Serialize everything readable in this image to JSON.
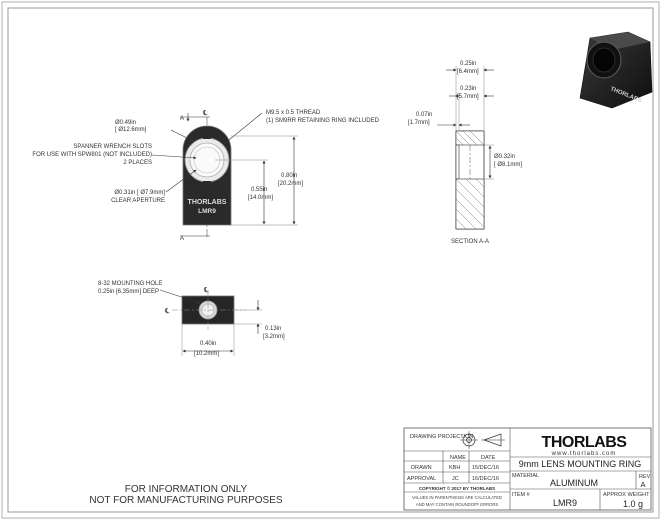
{
  "front_view": {
    "label_a_top": "A",
    "label_a_bottom": "A",
    "centerline": "℄",
    "dim_od": "Ø0.49in",
    "dim_od_mm": "[ Ø12.6mm]",
    "thread_callout_1": "M9.5 x 0.5  THREAD",
    "thread_callout_2": "(1) SM9RR RETAINING RING INCLUDED",
    "spanner_1": "SPANNER WRENCH SLOTS",
    "spanner_2": "FOR USE WITH SPW801 (NOT INCLUDED)",
    "spanner_3": "2 PLACES",
    "aperture_1": "Ø0.31in [ Ø7.9mm]",
    "aperture_2": "CLEAR APERTURE",
    "dim_height": "0.80in",
    "dim_height_mm": "[20.2mm]",
    "dim_center": "0.55in",
    "dim_center_mm": "[14.0mm]",
    "brand_mark": "THORLABS",
    "part_mark": "LMR9"
  },
  "section_view": {
    "dim_w1": "0.25in",
    "dim_w1_mm": "[6.4mm]",
    "dim_w2": "0.23in",
    "dim_w2_mm": "[5.7mm]",
    "dim_lip": "0.07in",
    "dim_lip_mm": "[1.7mm]",
    "dim_bore": "Ø0.32in",
    "dim_bore_mm": "[ Ø8.1mm]",
    "title": "SECTION A-A"
  },
  "bottom_view": {
    "hole_1": "8-32 MOUNTING HOLE",
    "hole_2": "0.25in [6.35mm] DEEP",
    "dim_width": "0.40in",
    "dim_width_mm": "[10.2mm]",
    "dim_offset": "0.13in",
    "dim_offset_mm": "[3.2mm]",
    "centerline": "℄"
  },
  "notes": {
    "line1": "FOR INFORMATION ONLY",
    "line2": "NOT FOR MANUFACTURING PURPOSES"
  },
  "title_block": {
    "drawing_projection": "DRAWING PROJECTION",
    "name_header": "NAME",
    "date_header": "DATE",
    "drawn_label": "DRAWN",
    "drawn_name": "KBH",
    "drawn_date": "15/DEC/16",
    "approval_label": "APPROVAL",
    "approval_name": "JC",
    "approval_date": "16/DEC/16",
    "copyright": "COPYRIGHT © 2017 BY THORLABS",
    "rounding_note_1": "VALUES IN PARENTHESIS ARE CALCULATED",
    "rounding_note_2": "AND MAY CONTAIN ROUNDOFF ERRORS",
    "company": "THORLABS",
    "website": "www.thorlabs.com",
    "part_title": "9mm LENS MOUNTING RING",
    "material_label": "MATERIAL",
    "material_value": "ALUMINUM",
    "rev_label": "REV",
    "rev_value": "A",
    "item_label": "ITEM #",
    "item_value": "LMR9",
    "weight_label": "APPROX WEIGHT",
    "weight_value": "1.0 g"
  },
  "colors": {
    "part_fill": "#1c1c1c",
    "line": "#333333",
    "border": "#9a9a9a"
  }
}
